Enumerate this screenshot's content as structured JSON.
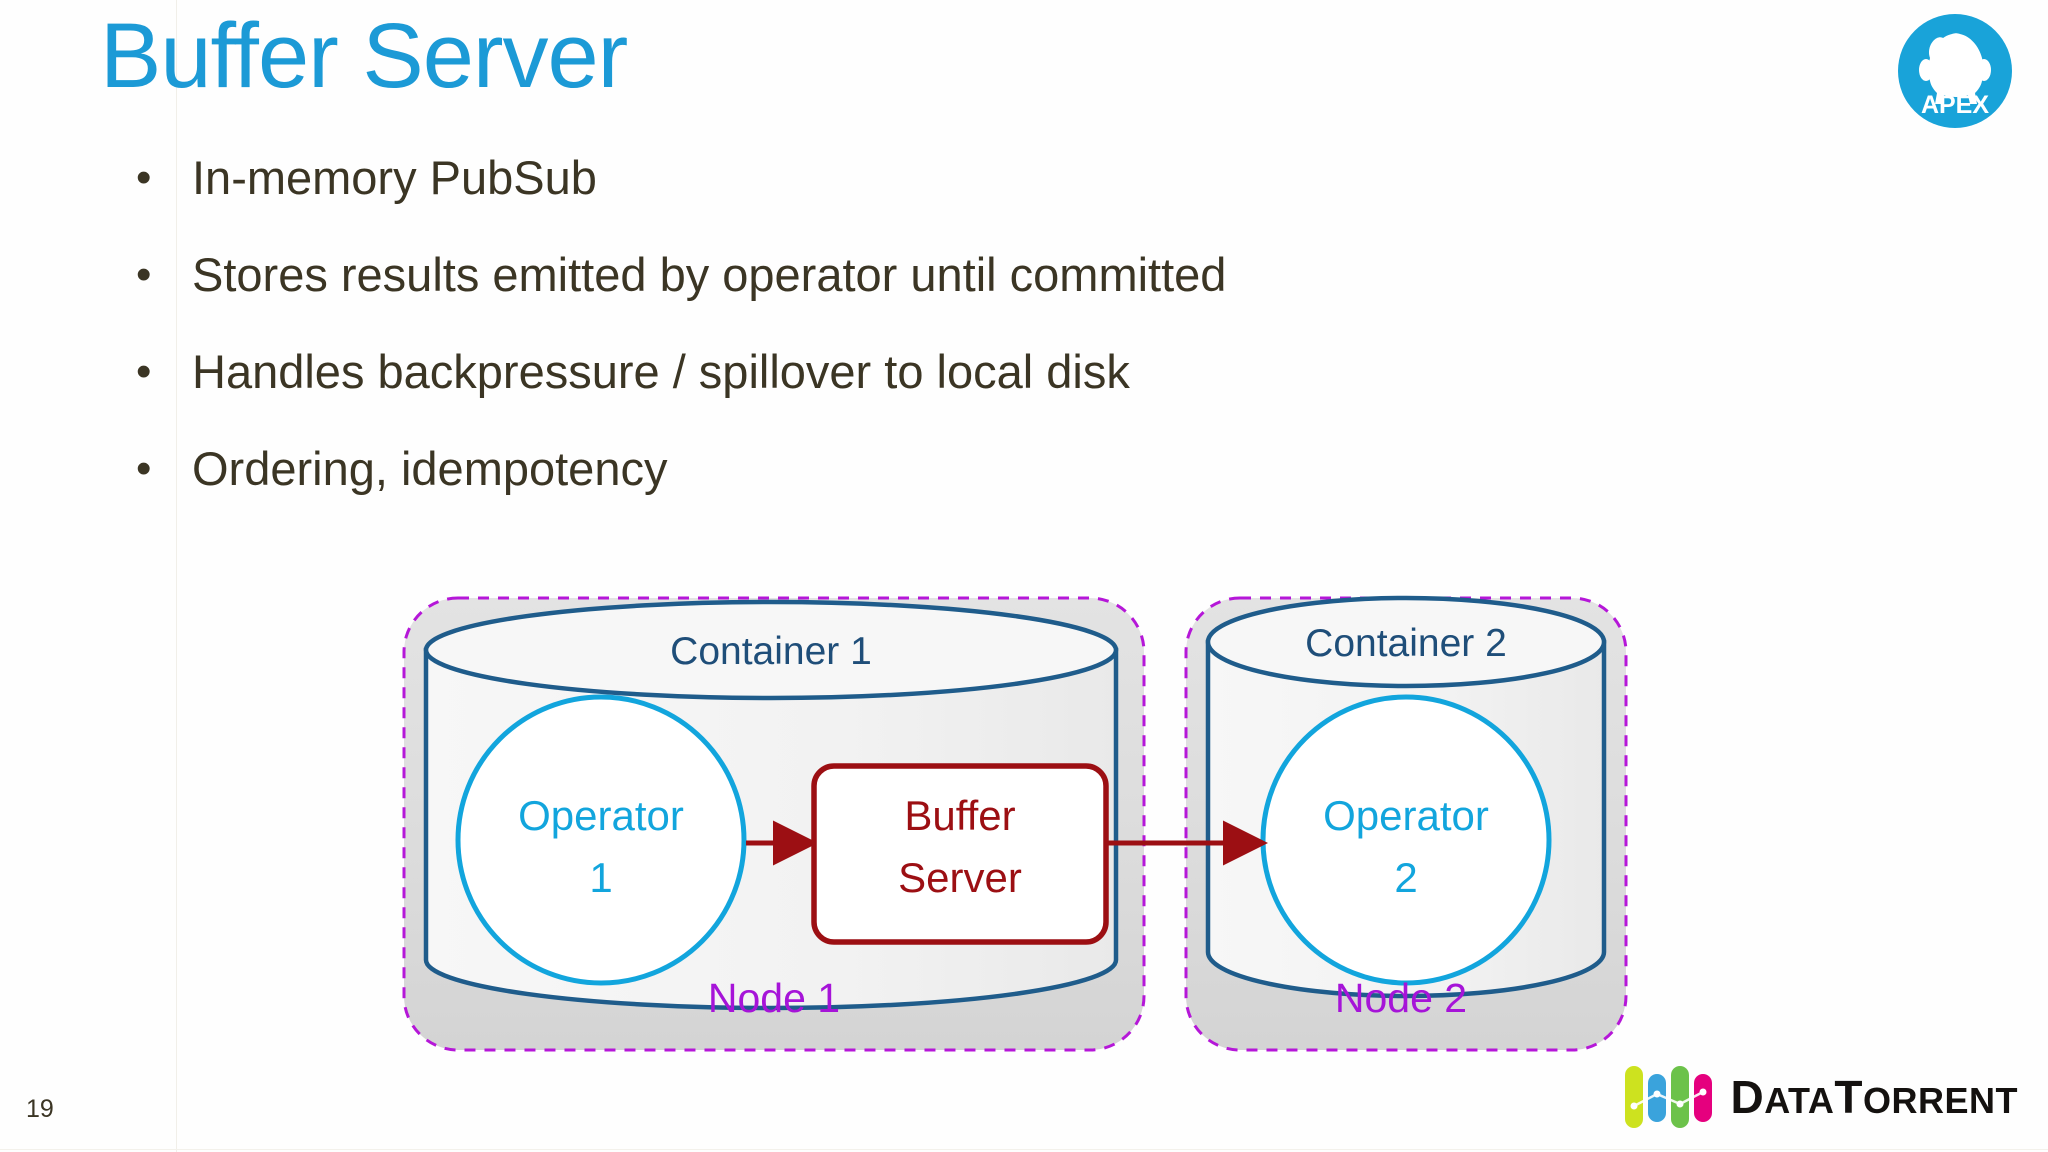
{
  "slide": {
    "title": "Buffer Server",
    "number": "19",
    "title_color": "#1c9ad6",
    "body_text_color": "#3b3524"
  },
  "logo_apex": {
    "name": "apex-logo",
    "wordmark": "APEX",
    "circle_color": "#19a3d9",
    "mark_color": "#ffffff"
  },
  "logo_datatorrent": {
    "name": "datatorrent-logo",
    "wordmark_primary": "D",
    "wordmark_rest_1": "ATA",
    "wordmark_primary_2": "T",
    "wordmark_rest_2": "ORRENT",
    "full_text": "DataTorrent",
    "bar_colors": [
      "#cde21f",
      "#3aa3dc",
      "#6cc24a",
      "#e5007e"
    ],
    "text_color": "#14110f"
  },
  "bullets": [
    {
      "marker": "•",
      "text": "In-memory PubSub"
    },
    {
      "marker": "•",
      "text": "Stores results emitted by operator until committed"
    },
    {
      "marker": "•",
      "text": "Handles backpressure / spillover to local disk"
    },
    {
      "marker": "•",
      "text": "Ordering, idempotency"
    }
  ],
  "diagram": {
    "colors": {
      "node_border": "#b517d8",
      "node_fill": "#d9d9d9",
      "container_border": "#1f5c8b",
      "container_fill": "#f2f2f2",
      "operator_border": "#12a5dd",
      "operator_text": "#12a5dd",
      "buffer_border": "#9c0f13",
      "buffer_text": "#9c0f13",
      "arrow": "#9c0f13",
      "container_label": "#1f4e79",
      "node_label": "#a614d8"
    },
    "nodes": [
      {
        "name": "node-1",
        "label": "Node 1",
        "container_label": "Container 1",
        "shapes": [
          {
            "type": "operator",
            "label_line1": "Operator",
            "label_line2": "1"
          },
          {
            "type": "buffer-server",
            "label_line1": "Buffer",
            "label_line2": "Server"
          }
        ]
      },
      {
        "name": "node-2",
        "label": "Node 2",
        "container_label": "Container 2",
        "shapes": [
          {
            "type": "operator",
            "label_line1": "Operator",
            "label_line2": "2"
          }
        ]
      }
    ],
    "connections": [
      {
        "from": "operator-1",
        "to": "buffer-server",
        "style": "arrow"
      },
      {
        "from": "buffer-server",
        "to": "operator-2",
        "style": "arrow"
      }
    ]
  }
}
